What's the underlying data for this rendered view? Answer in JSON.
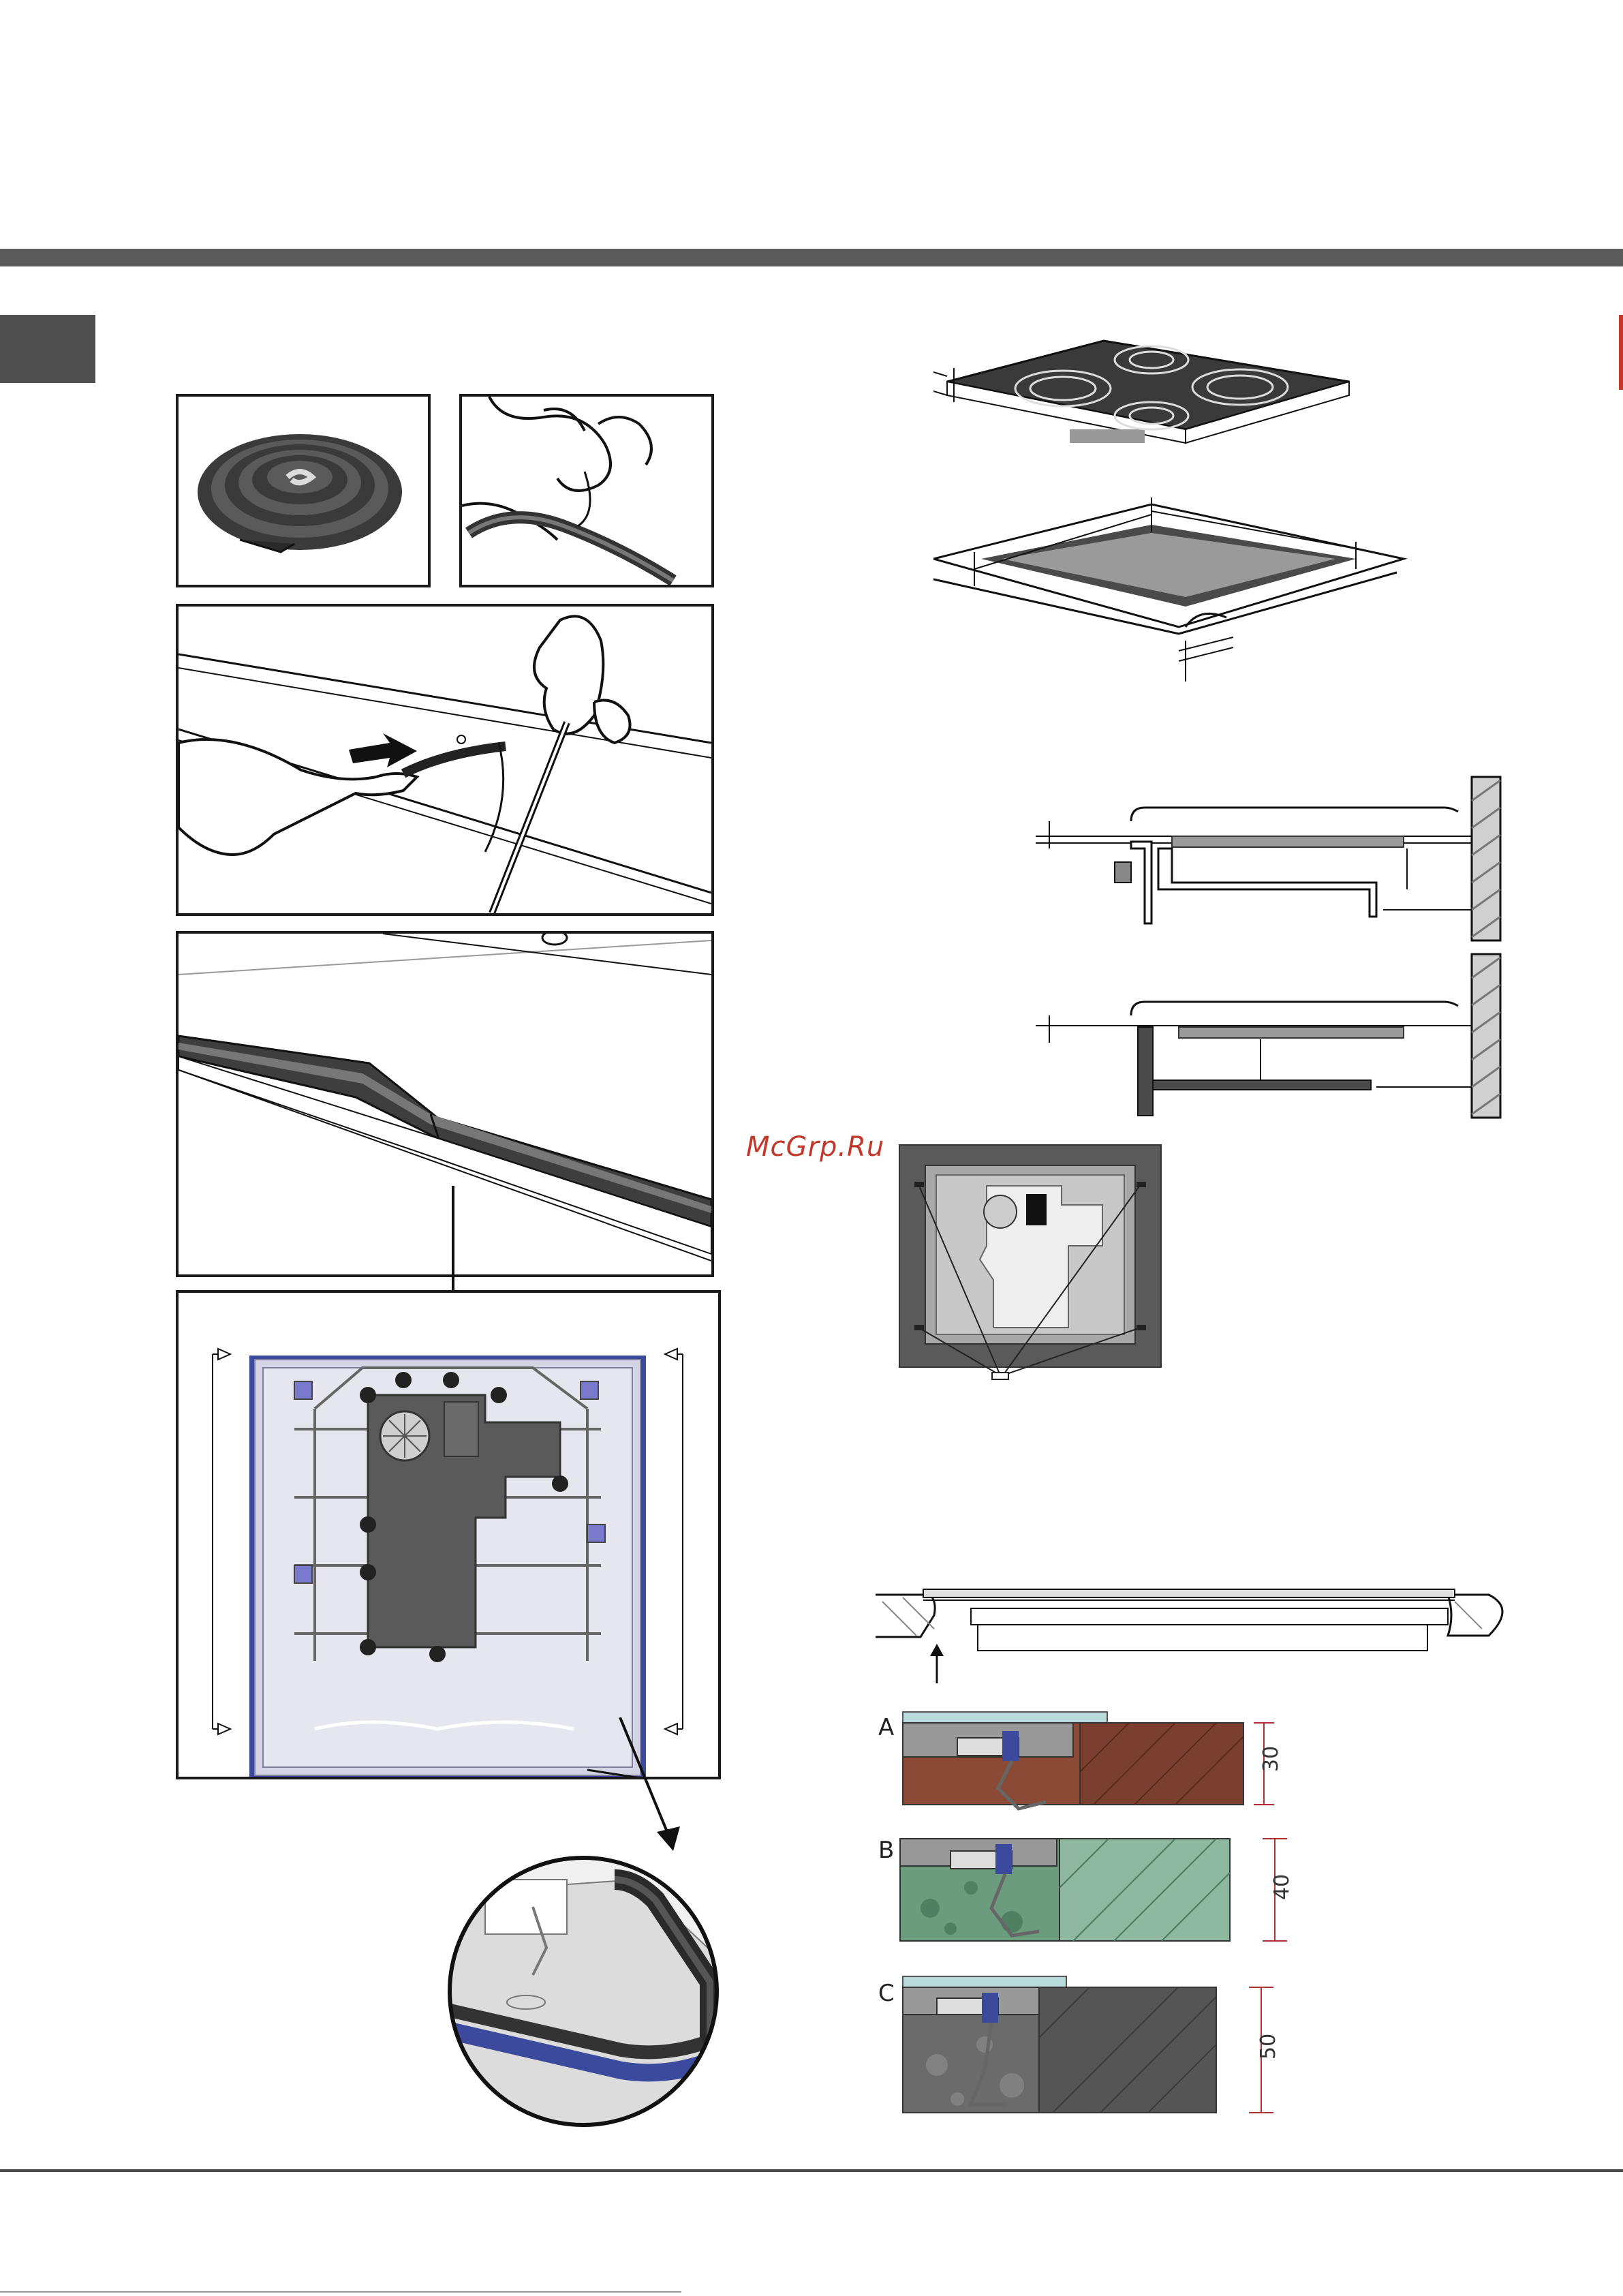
{
  "watermark": {
    "text": "McGrp.Ru"
  },
  "edge_profiles": {
    "letters": [
      "A",
      "B",
      "C"
    ],
    "thickness_labels": [
      "30",
      "40",
      "50"
    ]
  },
  "colors": {
    "rule": "#5b5b5b",
    "hob_glass": "#3a3a3a",
    "gasket": "#4a4a4a",
    "frame_blue": "#3b4a9c",
    "wood": "#8b4a36",
    "granite_green": "#6c9c7e",
    "granite_grey": "#6b6b6b",
    "watermark": "#c0392b",
    "dimension_red": "#b03030"
  },
  "icons": {
    "hand": "hand-icon",
    "arrow": "push-arrow-icon",
    "fan": "fan-icon"
  }
}
